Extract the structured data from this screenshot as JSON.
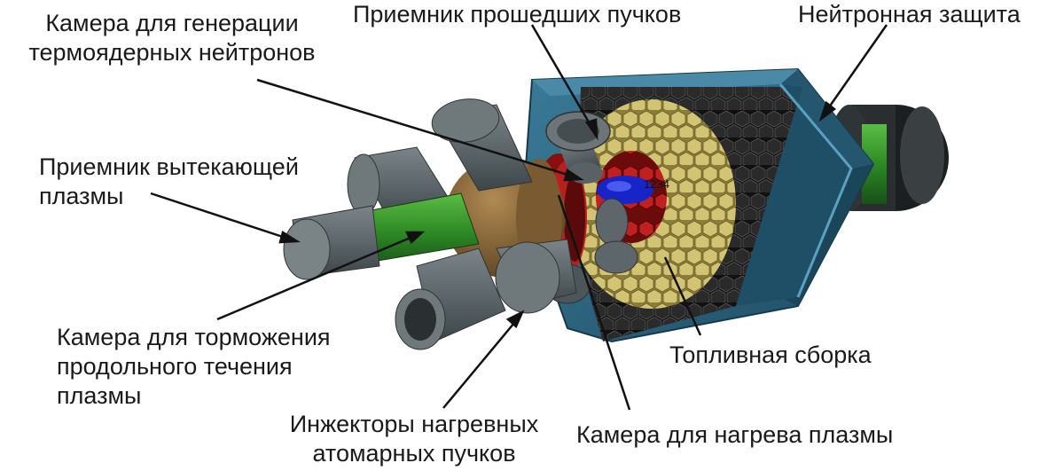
{
  "labels": {
    "generation_chamber": [
      "Камера для генерации",
      "термоядерных нейтронов"
    ],
    "beam_receiver": "Приемник прошедших пучков",
    "neutron_shield": "Нейтронная защита",
    "plasma_receiver": [
      "Приемник вытекающей",
      "плазмы"
    ],
    "braking_chamber": [
      "Камера для торможения",
      "продольного течения",
      "плазмы"
    ],
    "injectors": [
      "Инжекторы нагревных",
      "атомарных пучков"
    ],
    "heating_chamber": "Камера для нагрева плазмы",
    "fuel_assembly": "Топливная сборка",
    "fuel_numbers": "1234"
  },
  "colors": {
    "shield_blue": "#2f6a85",
    "shield_dark": "#1e4a60",
    "cylinder_gray": "#5d676b",
    "plasma_green": "#2e8a24",
    "chamber_brown": "#8a6a3c",
    "heating_red": "#b01818",
    "core_blue": "#1624c8",
    "fuel_yellow": "#c8b862",
    "hex_dark": "#1d1d1d"
  }
}
